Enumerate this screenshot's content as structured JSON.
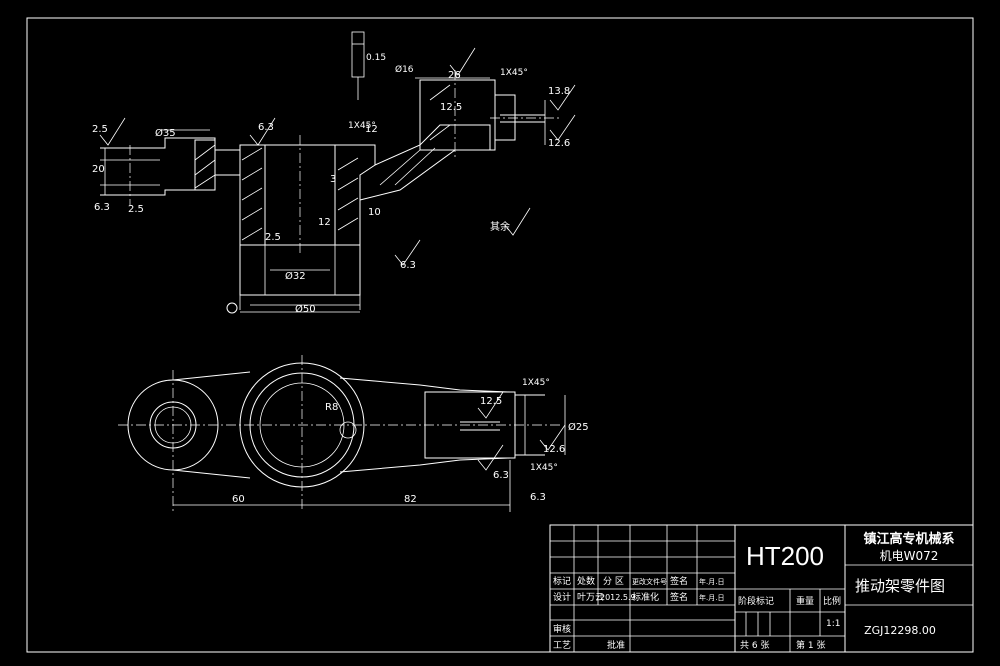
{
  "material": "HT200",
  "school": "镇江高专机械系",
  "class_code": "机电W072",
  "part_name": "推动架零件图",
  "drawing_no": "ZGJ12298.00",
  "scale": "1:1",
  "sheets": {
    "total": "共 6 张",
    "current": "第 1 张"
  },
  "title_block": {
    "row_labels": [
      "标记",
      "处数",
      "分 区",
      "更改文件号",
      "签名",
      "年.月.日"
    ],
    "design_row": [
      "设计",
      "叶万云",
      "2012.5.9",
      "标准化",
      "签名",
      "年.月.日"
    ],
    "stage_label": "阶段标记",
    "weight_label": "重量",
    "scale_label": "比例",
    "review_label": "审核",
    "process_label": "工艺",
    "approve_label": "批准"
  },
  "dimensions": {
    "top_view": [
      "2.5",
      "Ø35",
      "6.3",
      "26",
      "12",
      "12.5",
      "1X45°",
      "13.8",
      "12.6",
      "6.3",
      "2.5",
      "Ø16",
      "Ø32",
      "Ø50",
      "2.5",
      "10",
      "12",
      "20",
      "3",
      "6.3",
      "1X45°",
      "0.15"
    ],
    "bottom_view": [
      "60",
      "82",
      "R8",
      "12.5",
      "12.6",
      "6.3",
      "6.3",
      "1X45°",
      "1X45°",
      "Ø25"
    ],
    "other": "其余"
  }
}
